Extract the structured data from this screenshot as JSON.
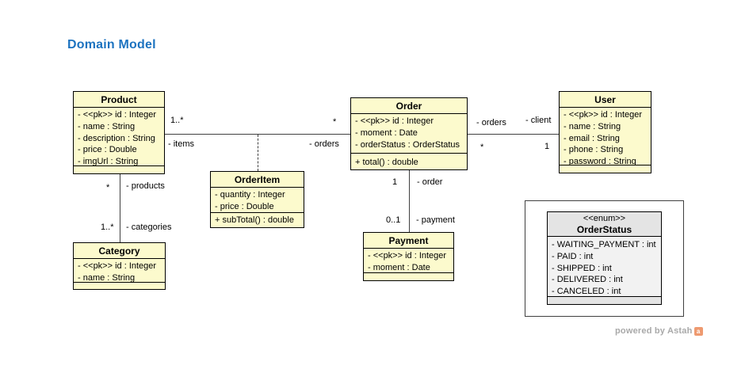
{
  "title": "Domain Model",
  "colors": {
    "class_fill": "#fcfacd",
    "class_border": "#000000",
    "enum_title_fill": "#e4e4e4",
    "enum_body_fill": "#f2f2f2",
    "title_blue": "#1d73c0",
    "line_color": "#404040",
    "watermark_grey": "#a9a9a9",
    "astah_logo_orange": "#ee9a70"
  },
  "classes": {
    "product": {
      "name": "Product",
      "attributes": [
        "- <<pk>> id : Integer",
        "- name : String",
        "- description : String",
        "- price : Double",
        "- imgUrl : String"
      ],
      "operations": []
    },
    "category": {
      "name": "Category",
      "attributes": [
        "- <<pk>> id : Integer",
        "- name : String"
      ],
      "operations": []
    },
    "orderitem": {
      "name": "OrderItem",
      "attributes": [
        "- quantity : Integer",
        "- price : Double"
      ],
      "operations": [
        "+ subTotal() : double"
      ]
    },
    "order": {
      "name": "Order",
      "attributes": [
        "- <<pk>> id : Integer",
        "- moment : Date",
        "- orderStatus : OrderStatus"
      ],
      "operations": [
        "+ total() : double"
      ]
    },
    "payment": {
      "name": "Payment",
      "attributes": [
        "- <<pk>> id : Integer",
        "- moment : Date"
      ],
      "operations": []
    },
    "user": {
      "name": "User",
      "attributes": [
        "- <<pk>> id : Integer",
        "- name : String",
        "- email : String",
        "- phone : String",
        "- password : String"
      ],
      "operations": []
    }
  },
  "enum": {
    "stereotype": "<<enum>>",
    "name": "OrderStatus",
    "attributes": [
      "- WAITING_PAYMENT : int",
      "- PAID : int",
      "- SHIPPED : int",
      "- DELIVERED : int",
      "- CANCELED : int"
    ]
  },
  "labels": {
    "po_mult_product": "1..*",
    "po_role_product": "- items",
    "po_mult_order": "*",
    "po_role_order": "- orders",
    "ou_role_order": "- orders",
    "ou_mult_order": "*",
    "ou_role_user": "- client",
    "ou_mult_user": "1",
    "pc_mult_product": "*",
    "pc_role_product": "- products",
    "pc_mult_category": "1..*",
    "pc_role_category": "- categories",
    "op_mult_order": "1",
    "op_role_order": "- order",
    "op_mult_payment": "0..1",
    "op_role_payment": "- payment"
  },
  "watermark": {
    "text": "powered by Astah",
    "logo": "astah-logo"
  }
}
